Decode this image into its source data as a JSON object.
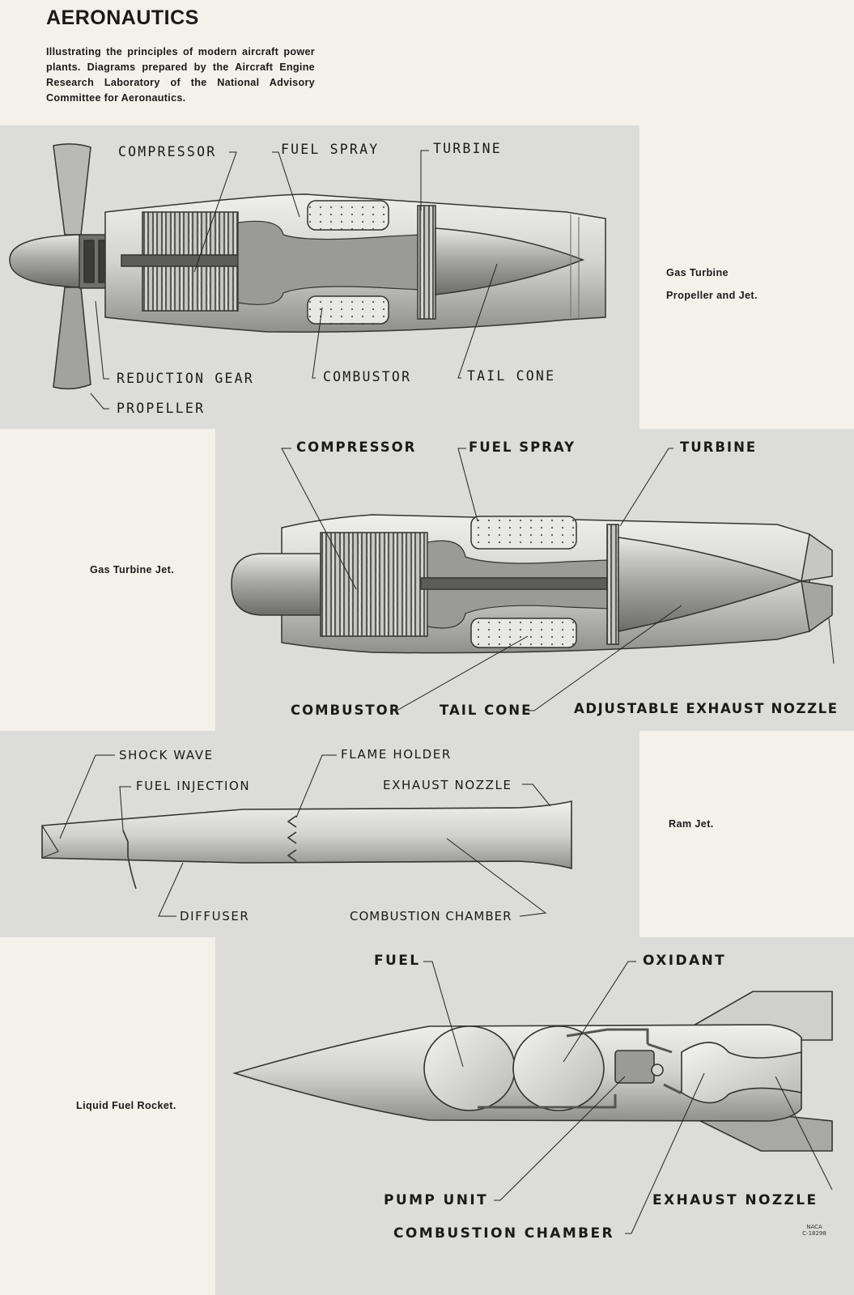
{
  "header": {
    "title": "AERONAUTICS",
    "intro": "Illustrating the principles of modern aircraft power plants. Diagrams prepared by the Aircraft Engine Research Laboratory of the National Advisory Committee for Aeronautics."
  },
  "turboprop": {
    "caption_line1": "Gas Turbine",
    "caption_line2": "Propeller and Jet.",
    "labels": {
      "compressor": "COMPRESSOR",
      "fuel_spray": "FUEL SPRAY",
      "turbine": "TURBINE",
      "reduction_gear": "REDUCTION GEAR",
      "combustor": "COMBUSTOR",
      "tail_cone": "TAIL CONE",
      "propeller": "PROPELLER"
    }
  },
  "turbojet": {
    "caption": "Gas Turbine Jet.",
    "labels": {
      "compressor": "COMPRESSOR",
      "fuel_spray": "FUEL SPRAY",
      "turbine": "TURBINE",
      "combustor": "COMBUSTOR",
      "tail_cone": "TAIL CONE",
      "nozzle": "ADJUSTABLE EXHAUST NOZZLE"
    }
  },
  "ramjet": {
    "caption": "Ram Jet.",
    "labels": {
      "shock_wave": "SHOCK WAVE",
      "fuel_injection": "FUEL INJECTION",
      "flame_holder": "FLAME HOLDER",
      "exhaust_nozzle": "EXHAUST NOZZLE",
      "diffuser": "DIFFUSER",
      "combustion_chamber": "COMBUSTION CHAMBER"
    }
  },
  "rocket": {
    "caption": "Liquid Fuel Rocket.",
    "labels": {
      "fuel": "FUEL",
      "oxidant": "OXIDANT",
      "pump_unit": "PUMP UNIT",
      "exhaust_nozzle": "EXHAUST NOZZLE",
      "combustion_chamber": "COMBUSTION CHAMBER"
    }
  },
  "reference": {
    "line1": "NACA",
    "line2": "C-18298"
  }
}
